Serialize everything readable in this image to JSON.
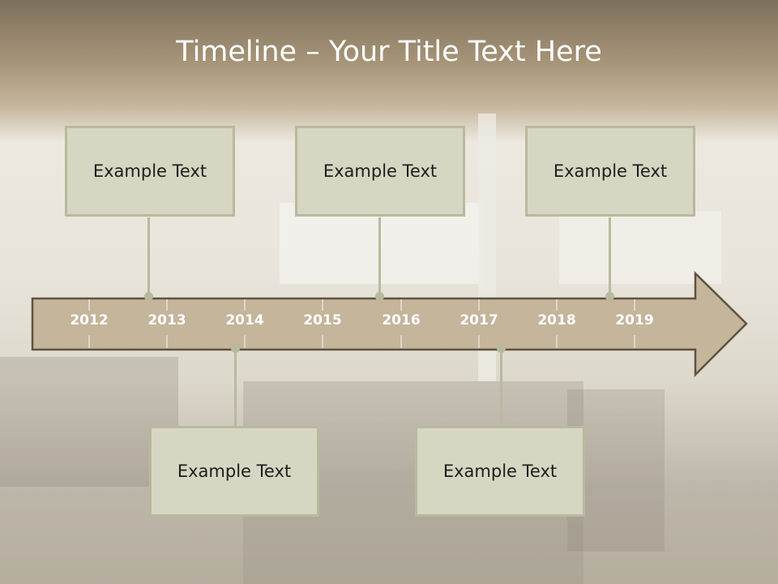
{
  "title": "Timeline – Your Title Text Here",
  "years": [
    "2012",
    "2013",
    "2014",
    "2015",
    "2016",
    "2017",
    "2018",
    "2019"
  ],
  "events_top": [
    {
      "text": "Example Text"
    },
    {
      "text": "Example Text"
    },
    {
      "text": "Example Text"
    }
  ],
  "events_bottom": [
    {
      "text": "Example Text"
    },
    {
      "text": "Example Text"
    }
  ],
  "colors": {
    "arrow_fill": "#c4b59b",
    "arrow_stroke": "#5e5340",
    "box_fill": "#d6d6c2",
    "box_border": "#b9b99d",
    "title_text": "#ffffff",
    "year_text": "#ffffff"
  }
}
